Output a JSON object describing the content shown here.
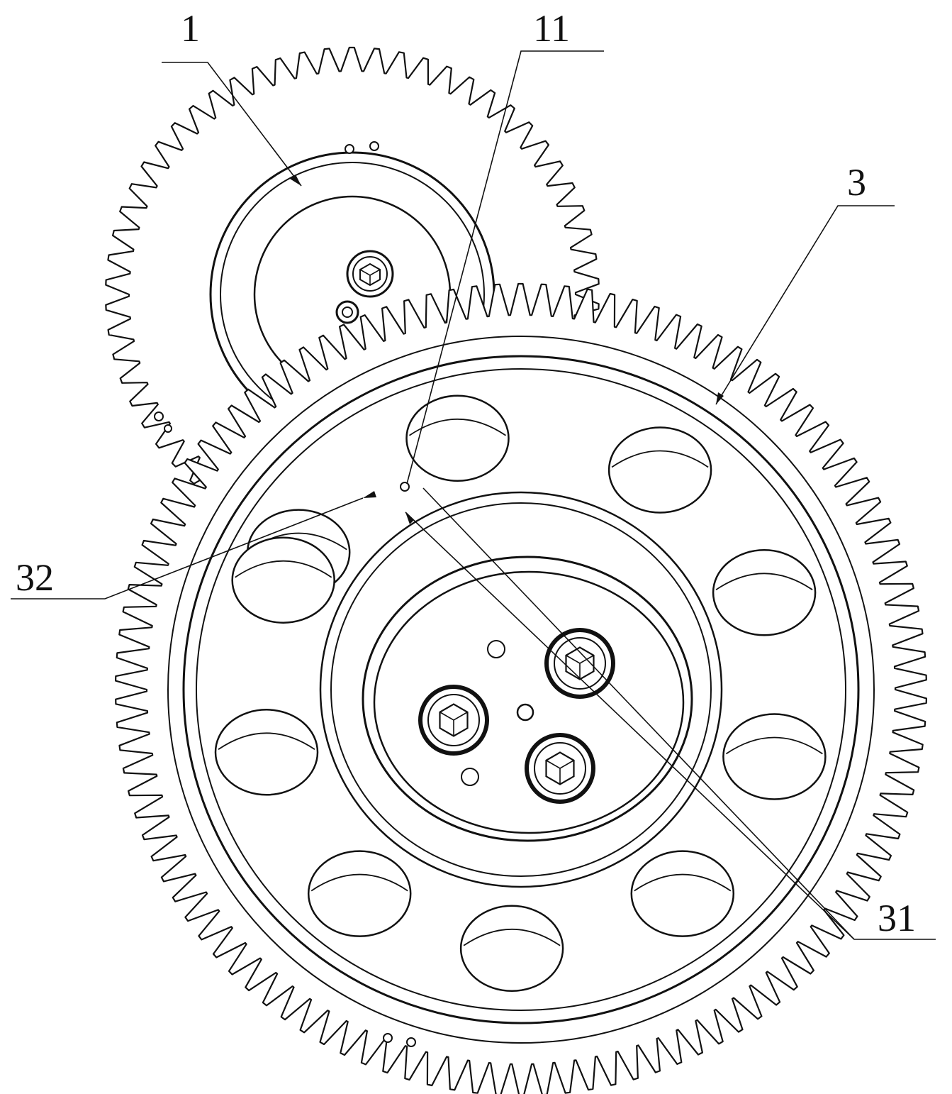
{
  "figure": {
    "labels": {
      "part_1": "1",
      "part_11": "11",
      "part_3": "3",
      "part_32": "32",
      "part_31": "31"
    },
    "ink_color": "#111111",
    "background_color": "#ffffff"
  }
}
